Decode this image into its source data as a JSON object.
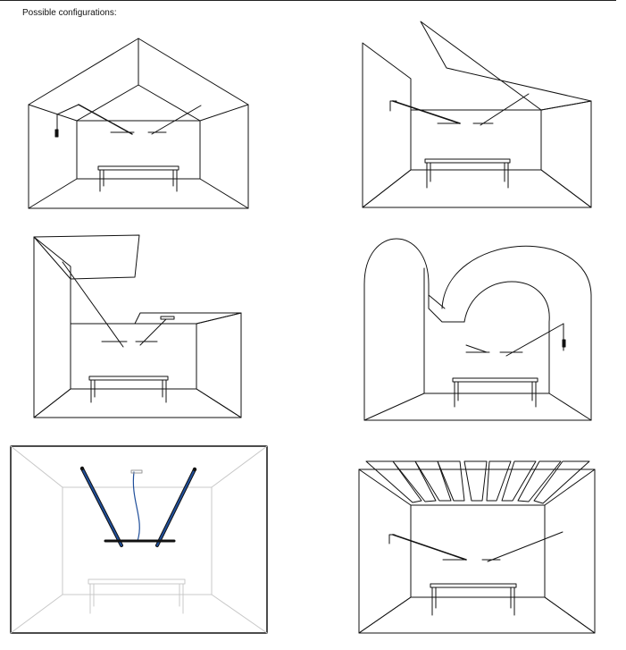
{
  "heading": "Possible configurations:",
  "configurations": [
    {
      "id": 1,
      "ceiling": "gable"
    },
    {
      "id": 2,
      "ceiling": "sloped-panel"
    },
    {
      "id": 3,
      "ceiling": "suspended-panels"
    },
    {
      "id": 4,
      "ceiling": "vaulted-arches"
    },
    {
      "id": 5,
      "ceiling": "flat-highlighted",
      "highlight_color": "#1f4e9a"
    },
    {
      "id": 6,
      "ceiling": "baffle"
    }
  ]
}
